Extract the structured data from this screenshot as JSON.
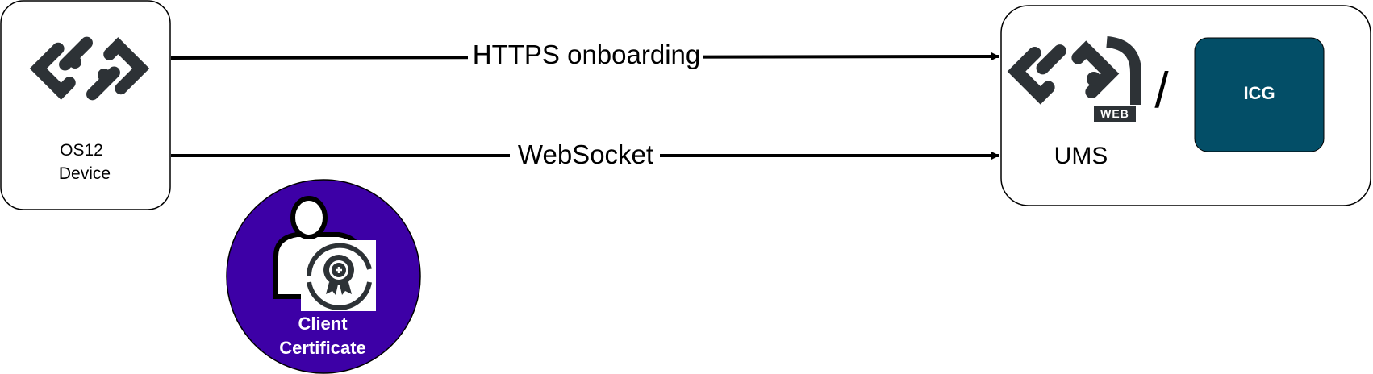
{
  "device": {
    "label_line1": "OS12",
    "label_line2": "Device",
    "icon": "os12-logo-icon"
  },
  "server": {
    "label": "UMS",
    "icon": "ums-web-logo-icon",
    "separator": "/",
    "badge_text": "WEB"
  },
  "icg": {
    "label": "ICG",
    "color": "#034e67"
  },
  "connections": [
    {
      "label": "HTTPS onboarding"
    },
    {
      "label": "WebSocket"
    }
  ],
  "certificate": {
    "line1": "Client",
    "line2": "Certificate",
    "color": "#3d00a6",
    "icon": "user-certificate-icon"
  },
  "colors": {
    "stroke": "#000000",
    "logo": "#2d3236"
  }
}
